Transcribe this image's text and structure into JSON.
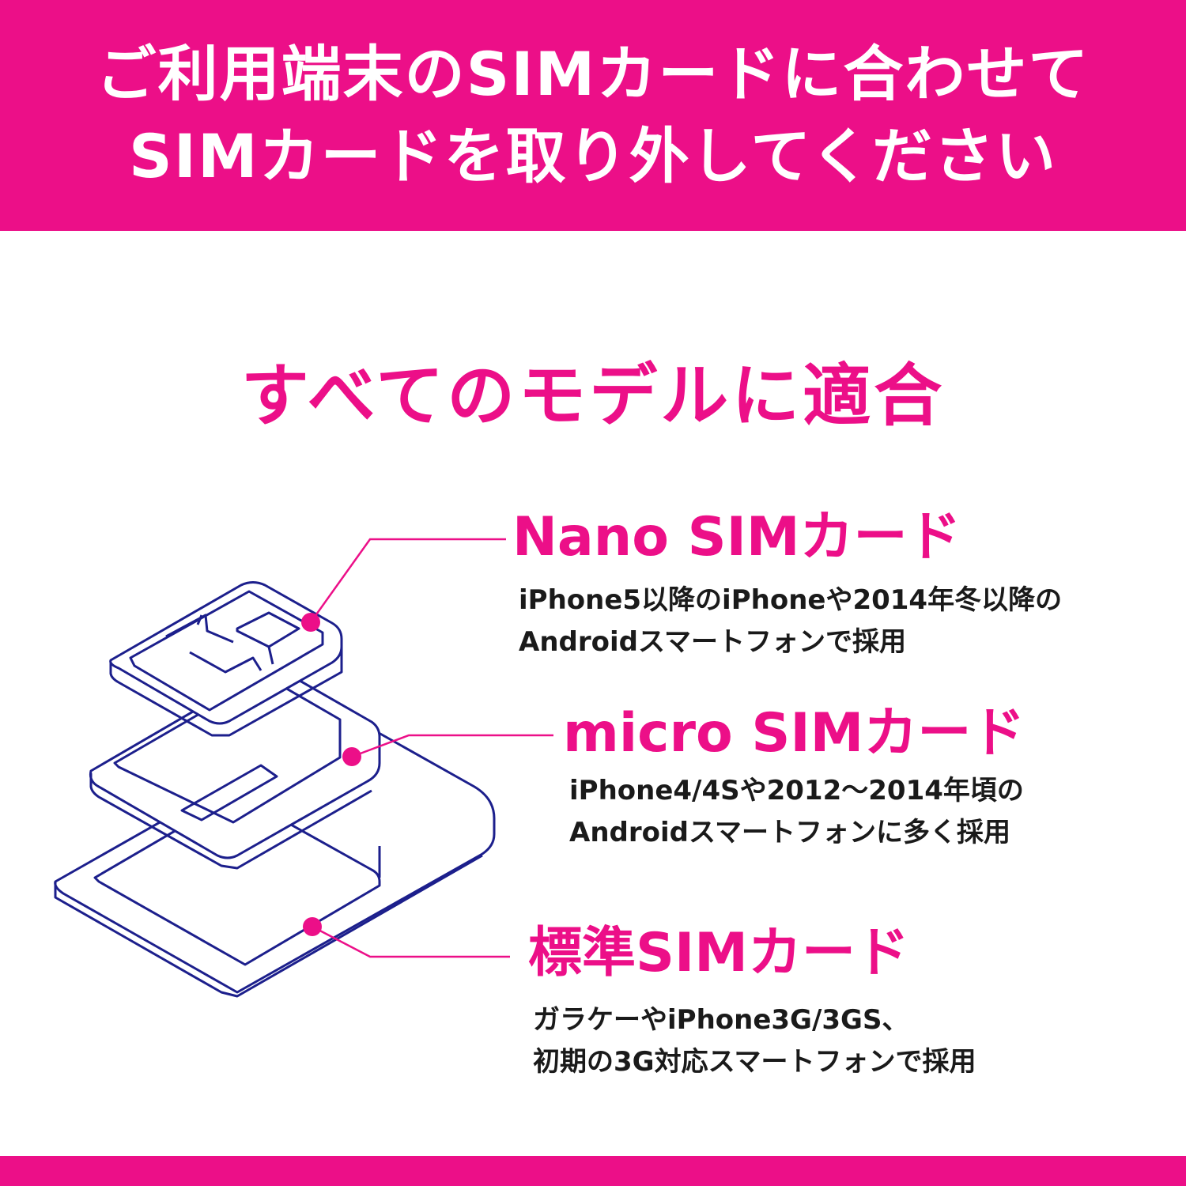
{
  "banner": {
    "line1": "ご利用端末のSIMカードに合わせて",
    "line2": "SIMカードを取り外してください"
  },
  "headline": "すべてのモデルに適合",
  "cards": [
    {
      "title": "Nano SIMカード",
      "desc_line1": "iPhone5以降のiPhoneや2014年冬以降の",
      "desc_line2": "Androidスマートフォンで採用"
    },
    {
      "title": "micro SIMカード",
      "desc_line1": "iPhone4/4Sや2012～2014年頃の",
      "desc_line2": "Androidスマートフォンに多く採用"
    },
    {
      "title": "標準SIMカード",
      "desc_line1": "ガラケーやiPhone3G/3GS、",
      "desc_line2": "初期の3G対応スマートフォンで採用"
    }
  ],
  "colors": {
    "accent": "#ec0f88",
    "outline": "#1c1f8c",
    "text": "#1a1a1a"
  }
}
